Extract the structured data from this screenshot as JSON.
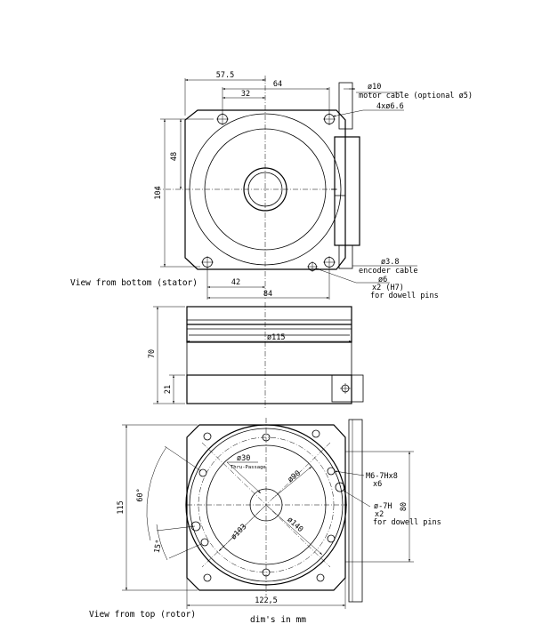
{
  "top_view": {
    "dims": {
      "w57_5": "57.5",
      "w64": "64",
      "w32": "32",
      "h48": "48",
      "h104": "104",
      "w42": "42",
      "w84": "84"
    },
    "callouts": {
      "d10": "ø10",
      "motor_cable": "motor cable (optional ø5)",
      "holes": "4xø6.6",
      "d3_8": "ø3.8",
      "encoder_cable": "encoder cable",
      "d6": "ø6",
      "x2_h7": "x2 (H7)",
      "dowell": "for dowell pins"
    },
    "caption": "View from bottom (stator)"
  },
  "side_view": {
    "dims": {
      "d115": "ø115",
      "h70": "70",
      "h21": "21"
    }
  },
  "bottom_view": {
    "dims": {
      "h115": "115",
      "a60": "60°",
      "a15": "15°",
      "d30": "ø30",
      "thru": "Thru-Passage",
      "d90": "ø90",
      "d140": "ø140",
      "d103": "ø103",
      "h80": "80",
      "w122_5": "122,5"
    },
    "callouts": {
      "m6": "M6-7Hx8",
      "x6": "x6",
      "h7": "ø-7H",
      "x2": "x2",
      "dowell": "for dowell pins"
    },
    "caption": "View from top (rotor)",
    "units": "dim's in mm"
  }
}
